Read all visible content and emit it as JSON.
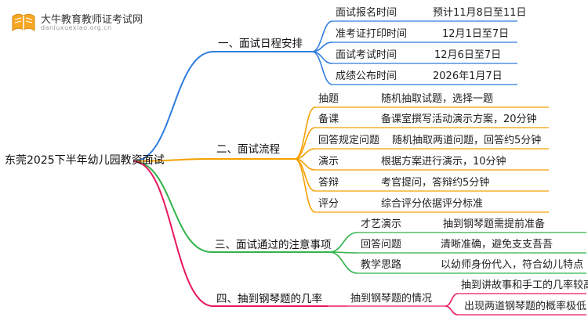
{
  "logo": {
    "name": "大牛教育教师证考试网",
    "url": "daniuxuexiao.org.cn",
    "colors": {
      "book": "#f5a623",
      "stroke": "#d98a0f"
    }
  },
  "root": {
    "label": "东莞2025下半年幼儿园教资面试"
  },
  "branches": [
    {
      "label": "一、面试日程安排",
      "color": "#2f7de0",
      "children": [
        {
          "label": "面试报名时间",
          "value": "预计11月8日至11日"
        },
        {
          "label": "准考证打印时间",
          "value": "12月1日至7日"
        },
        {
          "label": "面试考试时间",
          "value": "12月6日至7日"
        },
        {
          "label": "成绩公布时间",
          "value": "2026年1月7日"
        }
      ]
    },
    {
      "label": "二、面试流程",
      "color": "#f5a000",
      "children": [
        {
          "label": "抽题",
          "value": "随机抽取试题，选择一题"
        },
        {
          "label": "备课",
          "value": "备课室撰写活动演示方案，20分钟"
        },
        {
          "label": "回答规定问题",
          "value": "随机抽取两道问题，回答约5分钟"
        },
        {
          "label": "演示",
          "value": "根据方案进行演示，10分钟"
        },
        {
          "label": "答辩",
          "value": "考官提问，答辩约5分钟"
        },
        {
          "label": "评分",
          "value": "综合评分依据评分标准"
        }
      ]
    },
    {
      "label": "三、面试通过的注意事项",
      "color": "#2fb34a",
      "children": [
        {
          "label": "才艺演示",
          "value": "抽到钢琴题需提前准备"
        },
        {
          "label": "回答问题",
          "value": "清晰准确，避免支支吾吾"
        },
        {
          "label": "教学思路",
          "value": "以幼师身份代入，符合幼儿特点"
        }
      ]
    },
    {
      "label": "四、抽到钢琴题的几率",
      "color": "#e8175d",
      "children": [
        {
          "label": "抽到钢琴题的情况",
          "values": [
            "抽到讲故事和手工的几率较高",
            "出现两道钢琴题的概率极低"
          ]
        }
      ]
    }
  ]
}
